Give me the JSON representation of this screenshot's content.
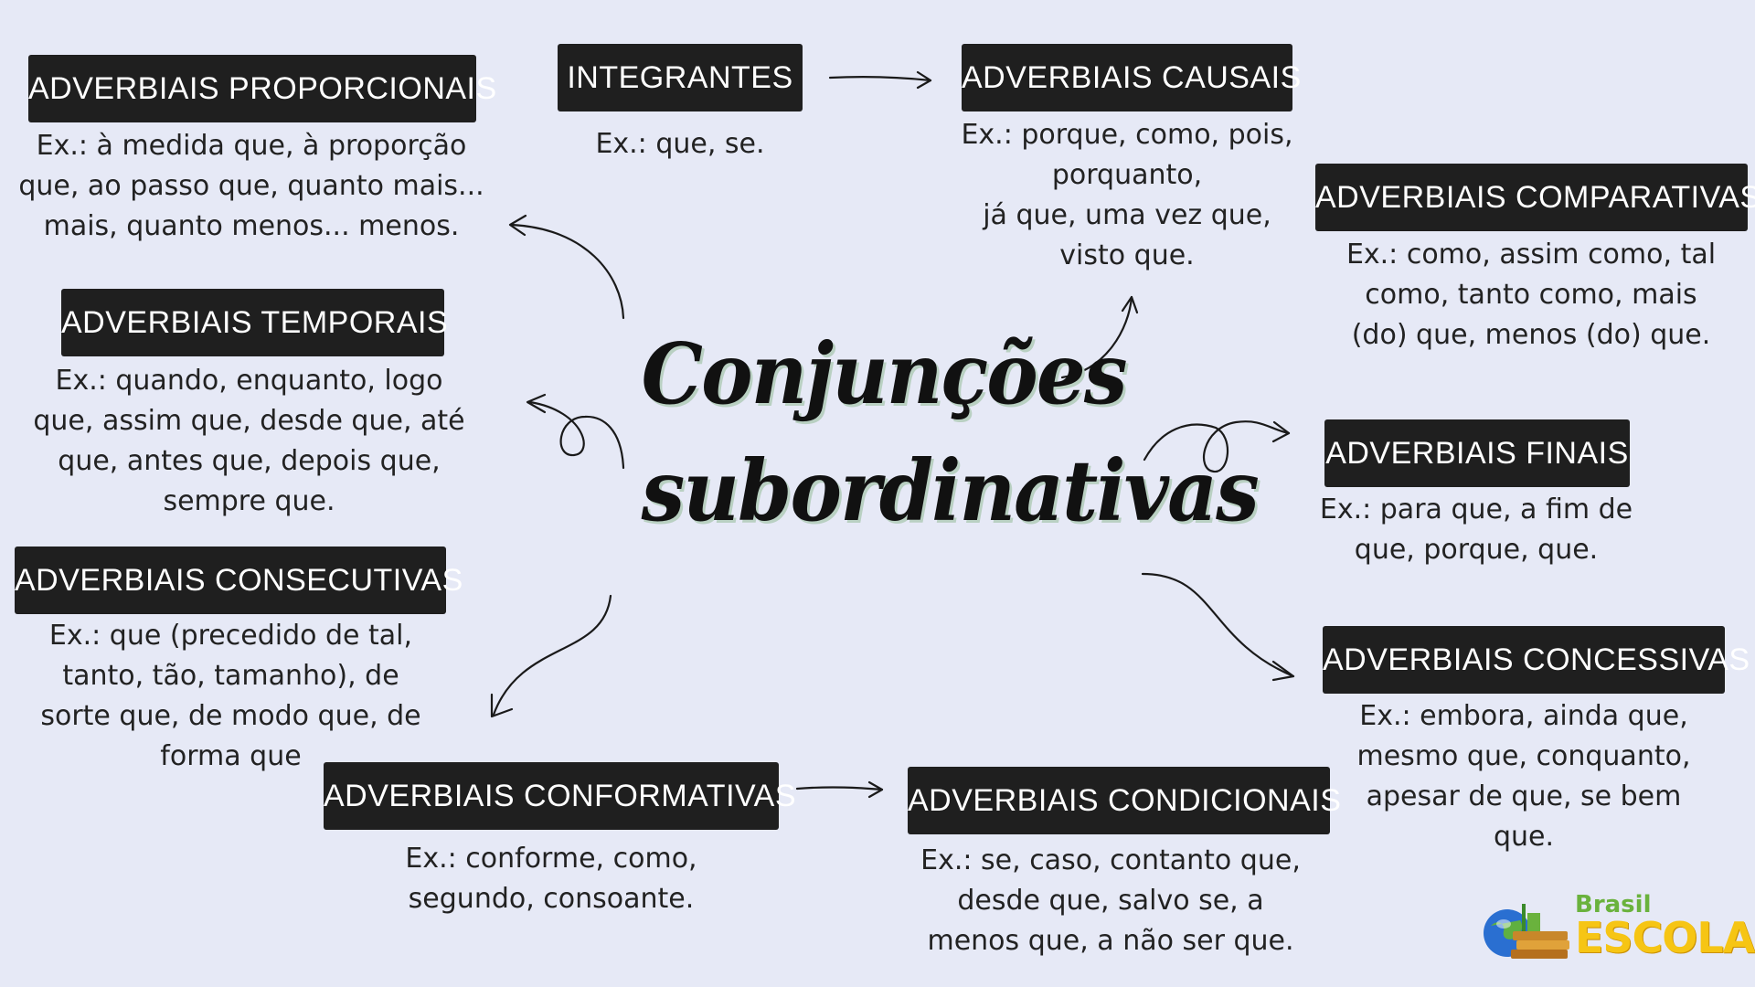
{
  "title": {
    "line1": "Conjunções",
    "line2": "subordinativas"
  },
  "categories": {
    "proporcionais": {
      "label": "ADVERBIAIS PROPORCIONAIS",
      "examples": "Ex.: à medida que, à proporção\nque, ao passo que, quanto mais...\nmais, quanto menos... menos."
    },
    "integrantes": {
      "label": "INTEGRANTES",
      "examples": "Ex.: que, se."
    },
    "causais": {
      "label": "ADVERBIAIS CAUSAIS",
      "examples": "Ex.: porque, como, pois,\nporquanto,\njá que, uma vez que,\nvisto que."
    },
    "comparativas": {
      "label": "ADVERBIAIS COMPARATIVAS",
      "examples": "Ex.: como, assim como, tal\ncomo, tanto como, mais\n(do) que, menos (do) que."
    },
    "temporais": {
      "label": "ADVERBIAIS TEMPORAIS",
      "examples": "Ex.: quando, enquanto, logo\nque, assim que, desde que, até\nque, antes que, depois que,\nsempre que."
    },
    "finais": {
      "label": "ADVERBIAIS FINAIS",
      "examples": "Ex.: para que, a fim de\nque, porque, que."
    },
    "consecutivas": {
      "label": "ADVERBIAIS CONSECUTIVAS",
      "examples": "Ex.: que (precedido de tal,\ntanto, tão, tamanho), de\nsorte que, de modo que, de\nforma que"
    },
    "concessivas": {
      "label": "ADVERBIAIS CONCESSIVAS",
      "examples": "Ex.: embora, ainda que,\nmesmo que, conquanto,\napesar de que, se bem\nque."
    },
    "conformativas": {
      "label": "ADVERBIAIS CONFORMATIVAS",
      "examples": "Ex.: conforme, como,\nsegundo, consoante."
    },
    "condicionais": {
      "label": "ADVERBIAIS CONDICIONAIS",
      "examples": "Ex.: se, caso, contanto que,\ndesde que, salvo se, a\nmenos que, a não ser que."
    }
  },
  "logo": {
    "brasil": "Brasil",
    "escola": "ESCOLA"
  },
  "colors": {
    "background": "#e6e9f6",
    "box": "#1f1f1f",
    "box_text": "#ffffff",
    "logo_green": "#6ab23d",
    "logo_yellow": "#f6c514"
  }
}
